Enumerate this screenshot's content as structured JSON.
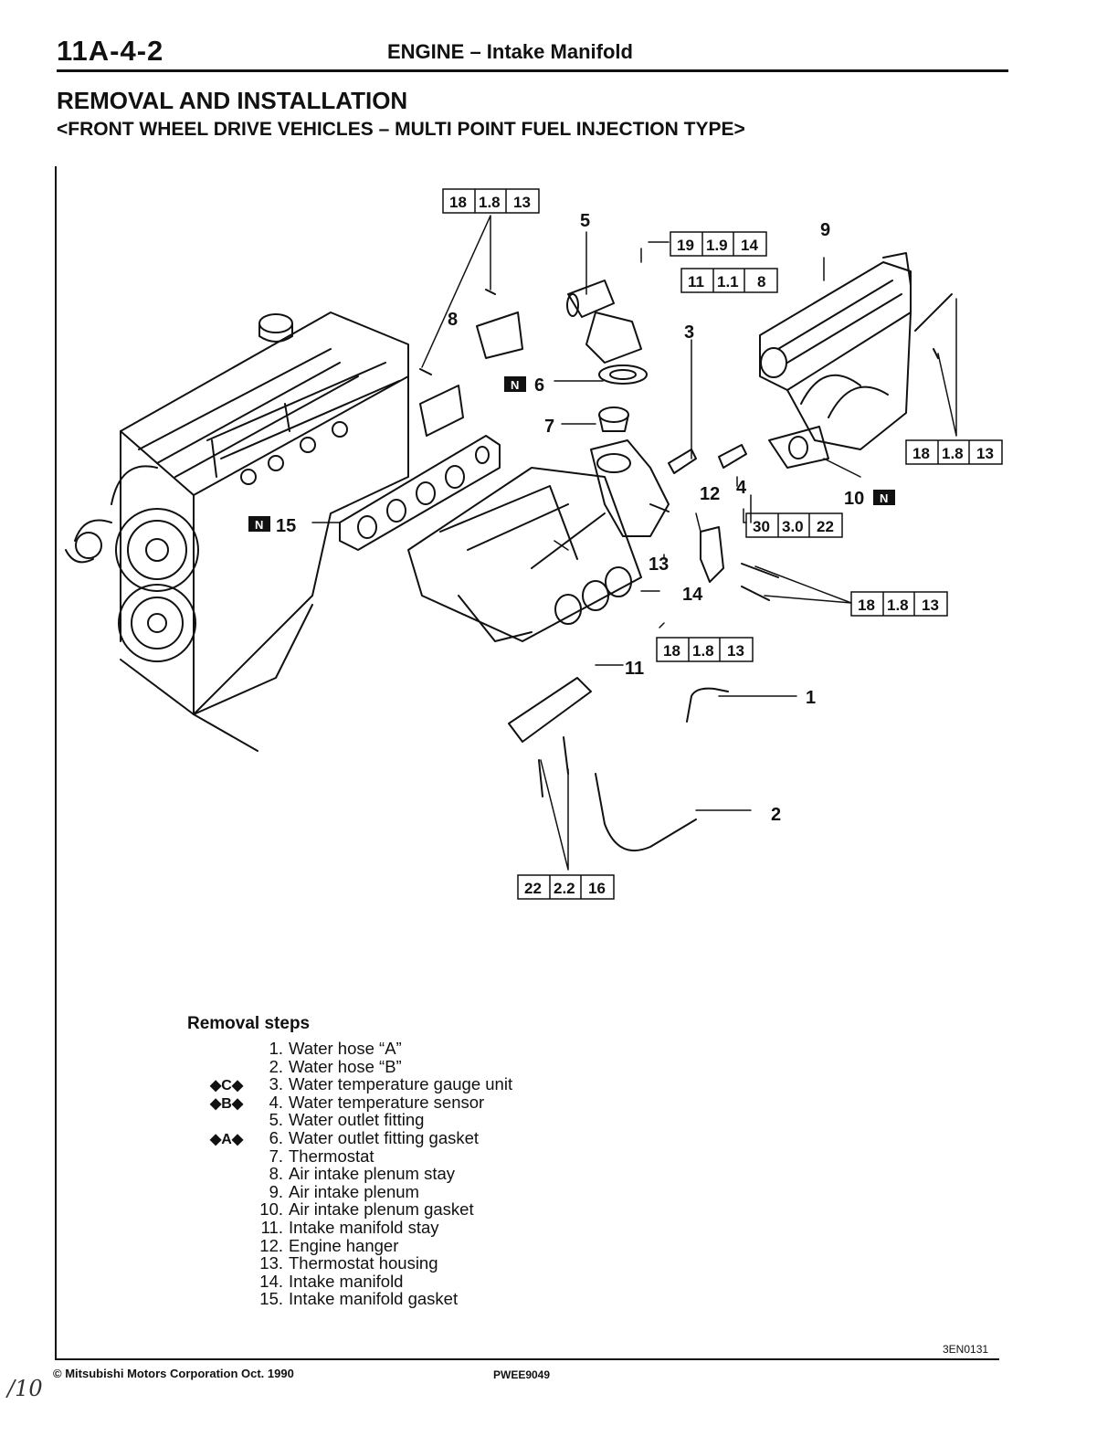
{
  "header": {
    "page_number": "11A-4-2",
    "section": "ENGINE – Intake Manifold"
  },
  "title": "REMOVAL AND INSTALLATION",
  "subtitle": "<FRONT WHEEL DRIVE VEHICLES – MULTI POINT FUEL INJECTION TYPE>",
  "diagram": {
    "part_labels": [
      "1",
      "2",
      "3",
      "4",
      "5",
      "6",
      "7",
      "8",
      "9",
      "10",
      "11",
      "12",
      "13",
      "14",
      "15"
    ],
    "torque_specs": [
      {
        "id": "t1",
        "values": [
          "18",
          "1.8",
          "13"
        ]
      },
      {
        "id": "t2",
        "values": [
          "19",
          "1.9",
          "14"
        ]
      },
      {
        "id": "t3",
        "values": [
          "11",
          "1.1",
          "8"
        ]
      },
      {
        "id": "t4",
        "values": [
          "18",
          "1.8",
          "13"
        ]
      },
      {
        "id": "t5",
        "values": [
          "30",
          "3.0",
          "22"
        ]
      },
      {
        "id": "t6",
        "values": [
          "18",
          "1.8",
          "13"
        ]
      },
      {
        "id": "t7",
        "values": [
          "18",
          "1.8",
          "13"
        ]
      },
      {
        "id": "t8",
        "values": [
          "22",
          "2.2",
          "16"
        ]
      }
    ],
    "new_part_badge": "N"
  },
  "removal": {
    "title": "Removal steps",
    "steps": [
      {
        "mark": "",
        "num": "1.",
        "text": "Water hose “A”"
      },
      {
        "mark": "",
        "num": "2.",
        "text": "Water hose “B”"
      },
      {
        "mark": "◆C◆",
        "num": "3.",
        "text": "Water temperature gauge unit"
      },
      {
        "mark": "◆B◆",
        "num": "4.",
        "text": "Water temperature sensor"
      },
      {
        "mark": "",
        "num": "5.",
        "text": "Water outlet fitting"
      },
      {
        "mark": "◆A◆",
        "num": "6.",
        "text": "Water outlet fitting gasket"
      },
      {
        "mark": "",
        "num": "7.",
        "text": "Thermostat"
      },
      {
        "mark": "",
        "num": "8.",
        "text": "Air intake plenum stay"
      },
      {
        "mark": "",
        "num": "9.",
        "text": "Air intake plenum"
      },
      {
        "mark": "",
        "num": "10.",
        "text": "Air intake plenum gasket"
      },
      {
        "mark": "",
        "num": "11.",
        "text": "Intake manifold stay"
      },
      {
        "mark": "",
        "num": "12.",
        "text": "Engine hanger"
      },
      {
        "mark": "",
        "num": "13.",
        "text": "Thermostat housing"
      },
      {
        "mark": "",
        "num": "14.",
        "text": "Intake manifold"
      },
      {
        "mark": "",
        "num": "15.",
        "text": "Intake manifold gasket"
      }
    ]
  },
  "footer": {
    "figure_code": "3EN0131",
    "copyright": "© Mitsubishi Motors Corporation   Oct. 1990",
    "doc_code": "PWEE9049",
    "handwritten": "/10"
  }
}
